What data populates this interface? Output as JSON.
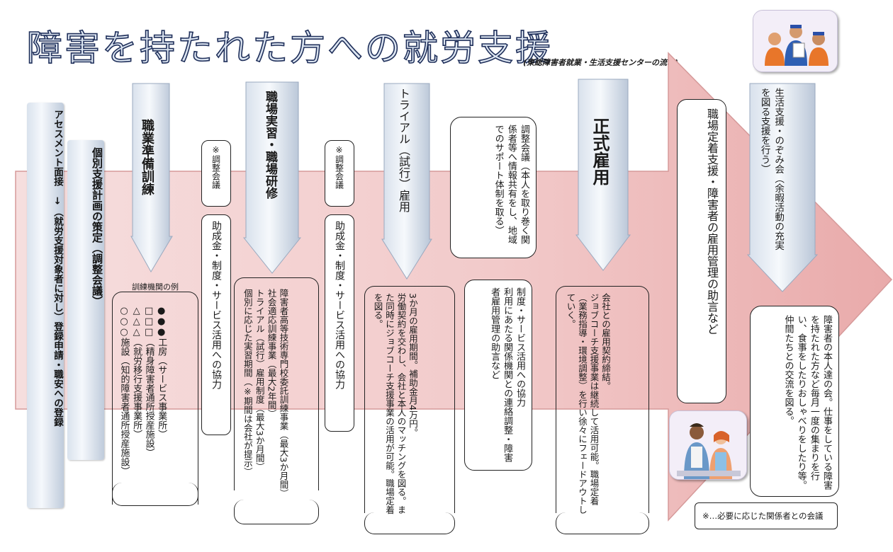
{
  "header": {
    "title": "障害を持たれた方への就労支援",
    "subtitle": "(東総障害者就業・生活支援センターの流れ)"
  },
  "steps": {
    "assessment": "アセスメント面接　↓（就労支援対象者に対し）登録申請・職安への登録",
    "plan": "個別支援計画の策定（調整会議）",
    "training": "職業準備訓練",
    "training_note": "※調整会議",
    "internship": "職場実習・職場研修",
    "internship_note": "※調整会議",
    "trial": "トライアル（試行）雇用",
    "meeting": "調整会議（本人を取り巻く関係者等へ情報共有をし、地域でのサポート体制を取る）",
    "employment": "正式雇用",
    "retention": "職場定着支援・障害者の雇用管理の助言など",
    "life": "生活支援・のぞみ会（余暇活動の充実を図る支援を行う）"
  },
  "details": {
    "grant1": "助成金・制度・サービス活用への協力",
    "grant2": "助成金・制度・サービス活用への協力",
    "training_examples_label": "訓練機関の例",
    "training_examples": [
      "●●●工房（サービス事業所）",
      "□□□（精身障害者通所授産施設）",
      "△△△（就労移行支援事業所）",
      "○○○施設（知的障害者通所授産施設）"
    ],
    "internship_programs": [
      "障害者高等技術専門校委託訓練事業（最大3か月間）",
      "社会適応訓練事業（最大2年間）",
      "トライアル（試行）雇用制度（最大3か月間）",
      "個別に応じた実習期間（※期間は会社が提示）"
    ],
    "trial_detail": [
      "3か月の雇用期間。補助金月4万円。",
      "労働契約を交わし、会社と本人のマッチングを図る。また同時にジョブコーチ支援事業の活用が可能。職場定着を図る。"
    ],
    "coordination_detail": [
      "制度・サービス活用への協力",
      "利用にあたる関係機関との連絡調整・障害者雇用管理の助言など"
    ],
    "employment_detail": [
      "会社との雇用契約締結。",
      "ジョブコーチ支援事業は継続して活用可能。職場定着（業務指導・環境調整）を行い徐々にフェードアウトしていく。"
    ],
    "nozomi_detail": [
      "障害者の本人達の会。仕事をしている障害を持たれた方など毎月一度の集まりを行い、食事をしたりおしゃべりをしたり等。仲間たちとの交流を図る。"
    ]
  },
  "footnote": "※…必要に応じた関係者との会議",
  "images": {
    "top_right": "workers-meeting-illustration",
    "bottom_right": "job-coach-illustration"
  }
}
